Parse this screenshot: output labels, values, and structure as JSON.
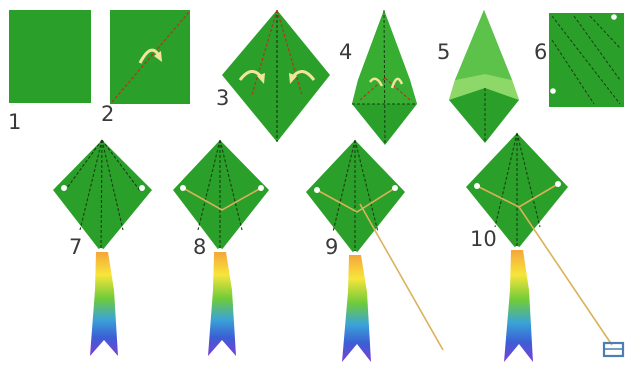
{
  "diagram": {
    "title": "",
    "steps": [
      {
        "number": "1",
        "description": ""
      },
      {
        "number": "2",
        "description": ""
      },
      {
        "number": "3",
        "description": ""
      },
      {
        "number": "4",
        "description": ""
      },
      {
        "number": "5",
        "description": ""
      },
      {
        "number": "6",
        "description": ""
      },
      {
        "number": "7",
        "description": ""
      },
      {
        "number": "8",
        "description": ""
      },
      {
        "number": "9",
        "description": ""
      },
      {
        "number": "10",
        "description": ""
      }
    ]
  },
  "colors": {
    "paper_green": "#2aa02a",
    "paper_dark_green": "#1f8a24",
    "paper_light_green": "#5cc24a",
    "crease_dark": "#1b3d14",
    "crease_red": "#b8321e",
    "arrow_yellow": "#f1e59a",
    "string": "#d9b25a",
    "dot": "#ffffff",
    "label_text": "#3a3a3a",
    "reel_frame": "#4a7fb5",
    "tail_gradient": [
      "#f4a63b",
      "#f7e53b",
      "#6ecb3a",
      "#3aa3d8",
      "#3b5fd4",
      "#7a3fd6"
    ]
  }
}
